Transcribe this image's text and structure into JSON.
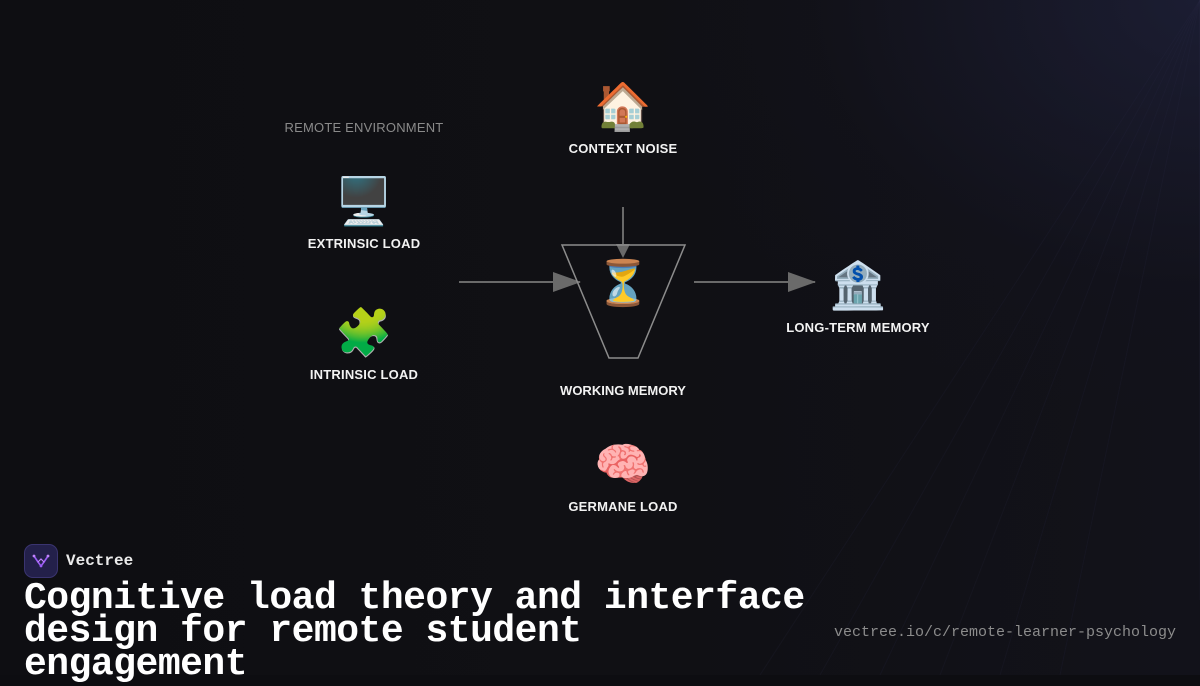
{
  "diagram": {
    "group_label": "REMOTE ENVIRONMENT",
    "nodes": {
      "extrinsic": {
        "icon": "desktop-computer-icon",
        "glyph": "🖥️",
        "label": "EXTRINSIC LOAD"
      },
      "intrinsic": {
        "icon": "puzzle-piece-icon",
        "glyph": "🧩",
        "label": "INTRINSIC LOAD"
      },
      "context": {
        "icon": "house-icon",
        "glyph": "🏠",
        "label": "CONTEXT NOISE"
      },
      "working": {
        "icon": "hourglass-icon",
        "glyph": "⏳",
        "label": "WORKING MEMORY"
      },
      "longterm": {
        "icon": "bank-building-icon",
        "glyph": "🏦",
        "label": "LONG-TERM MEMORY"
      },
      "germane": {
        "icon": "brain-icon",
        "glyph": "🧠",
        "label": "GERMANE LOAD"
      }
    }
  },
  "footer": {
    "brand_name": "Vectree",
    "title": "Cognitive load theory and interface design for remote student engagement",
    "url": "vectree.io/c/remote-learner-psychology"
  },
  "colors": {
    "background": "#0d0d11",
    "text": "#f2f2f2",
    "muted": "#8a8a8a",
    "arrow": "#6a6a6a",
    "brand_accent": "#9b5cf6"
  }
}
